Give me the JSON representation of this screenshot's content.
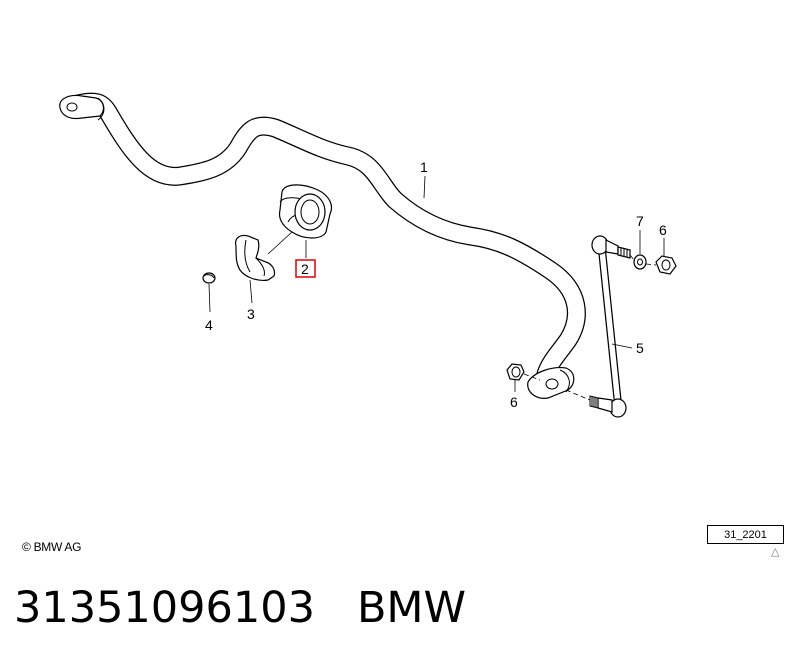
{
  "diagram": {
    "callouts": [
      {
        "id": "1",
        "label": "1"
      },
      {
        "id": "2",
        "label": "2",
        "highlighted": true
      },
      {
        "id": "3",
        "label": "3"
      },
      {
        "id": "4",
        "label": "4"
      },
      {
        "id": "5",
        "label": "5"
      },
      {
        "id": "6a",
        "label": "6"
      },
      {
        "id": "6b",
        "label": "6"
      },
      {
        "id": "7",
        "label": "7"
      }
    ],
    "highlight_color": "#e00000",
    "copyright": "© BMW AG",
    "reference_code": "31_2201",
    "reference_marker": "△"
  },
  "footer": {
    "part_number": "31351096103",
    "brand": "BMW"
  }
}
